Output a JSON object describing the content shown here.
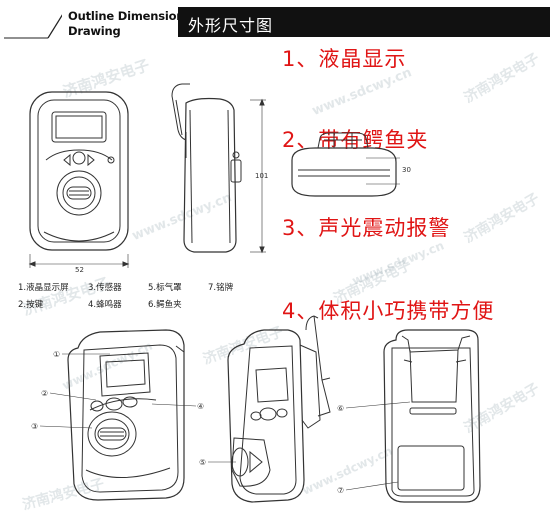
{
  "header": {
    "title_en_line1": "Outline Dimension",
    "title_en_line2": "Drawing",
    "title_cn": "外形尺寸图"
  },
  "features": [
    "1、液晶显示",
    "2、带有鳄鱼夹",
    "3、声光震动报警",
    "4、体积小巧携带方便"
  ],
  "dimensions": {
    "width": "52",
    "height": "101",
    "clip_depth": "30"
  },
  "legend": [
    "1.液晶显示屏",
    "2.按键",
    "3.传感器",
    "4.蜂鸣器",
    "5.标气罩",
    "6.鳄鱼夹",
    "7.铭牌"
  ],
  "callouts": [
    "①",
    "②",
    "③",
    "④",
    "⑤",
    "⑥",
    "⑦"
  ],
  "watermark": {
    "cn": "济南鸿安电子",
    "url": "www.sdcwy.cn",
    "color": "#9aaaaf"
  },
  "colors": {
    "feature_text": "#e01515",
    "header_bg": "#111111"
  }
}
